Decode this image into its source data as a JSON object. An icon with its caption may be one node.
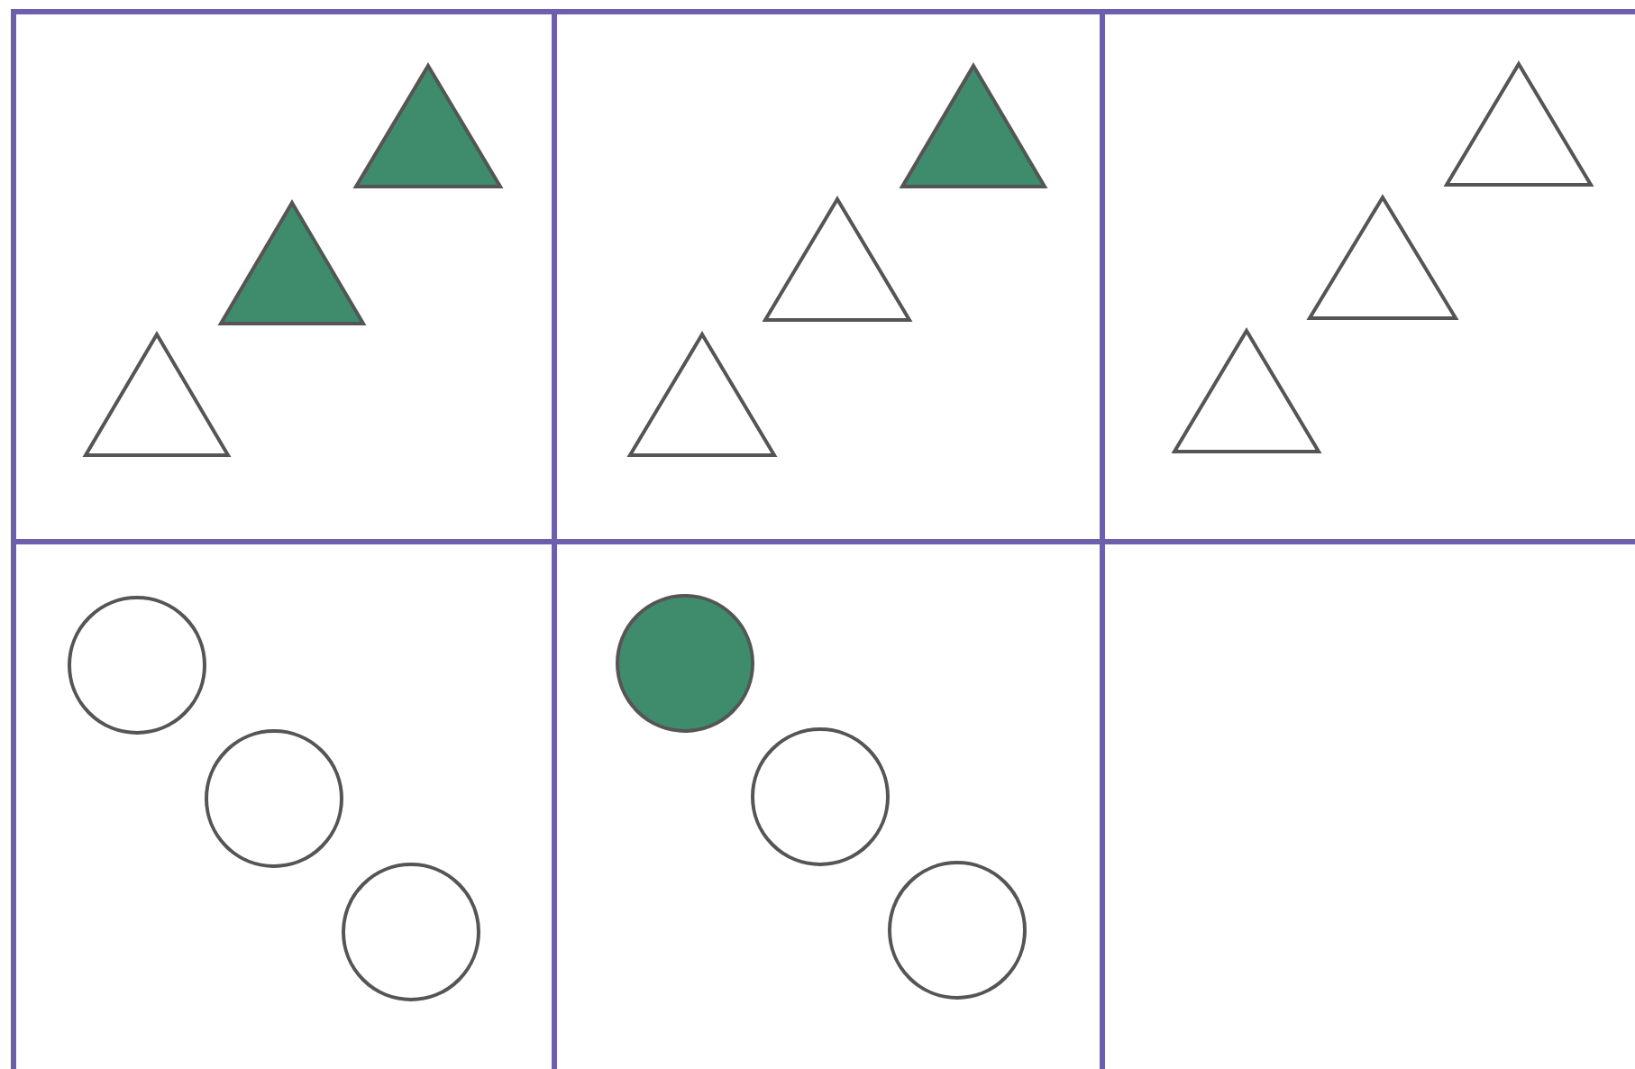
{
  "diagram": {
    "nodes": [
      {
        "text": [],
        "shape": "box"
      },
      {
        "text": [],
        "shape": "triangle",
        "in": 0
      },
      {
        "text": [],
        "shape": "triangle",
        "in": 0
      },
      {
        "text": [],
        "shape": "triangle",
        "in": 0
      },
      {
        "text": [],
        "shape": "box"
      },
      {
        "text": [],
        "shape": "triangle",
        "in": 4
      },
      {
        "text": [],
        "shape": "triangle",
        "in": 4
      },
      {
        "text": [],
        "shape": "triangle",
        "in": 4
      },
      {
        "text": [],
        "shape": "box"
      },
      {
        "text": [],
        "shape": "triangle",
        "in": 8
      },
      {
        "text": [],
        "shape": "triangle",
        "in": 8
      },
      {
        "text": [],
        "shape": "triangle",
        "in": 8
      },
      {
        "text": [],
        "shape": "box"
      },
      {
        "text": [],
        "shape": "circle",
        "in": 12
      },
      {
        "text": [],
        "shape": "circle",
        "in": 12
      },
      {
        "text": [],
        "shape": "circle",
        "in": 12
      },
      {
        "text": [],
        "shape": "box"
      },
      {
        "text": [],
        "shape": "circle",
        "in": 16
      },
      {
        "text": [],
        "shape": "circle",
        "in": 16
      },
      {
        "text": [],
        "shape": "circle",
        "in": 16
      },
      {
        "text": [],
        "shape": "box"
      }
    ]
  }
}
